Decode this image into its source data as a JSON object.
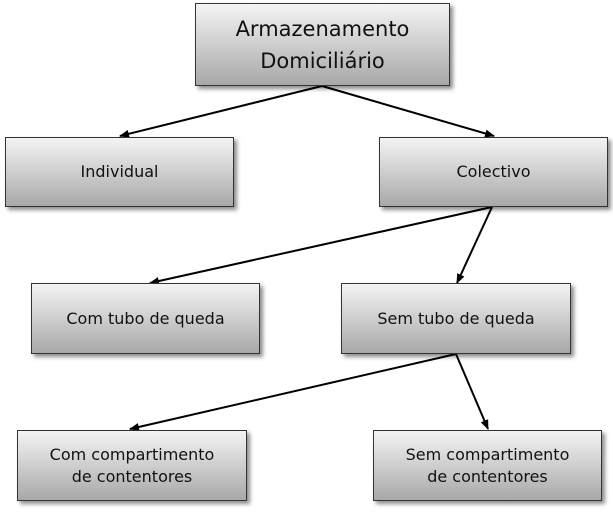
{
  "nodes": {
    "root": "Armazenamento\nDomiciliário",
    "individual": "Individual",
    "colectivo": "Colectivo",
    "com_tubo": "Com tubo de queda",
    "sem_tubo": "Sem tubo de queda",
    "com_compartimento": "Com compartimento\nde contentores",
    "sem_compartimento": "Sem compartimento\nde contentores"
  },
  "edges": [
    [
      "root",
      "individual"
    ],
    [
      "root",
      "colectivo"
    ],
    [
      "colectivo",
      "com_tubo"
    ],
    [
      "colectivo",
      "sem_tubo"
    ],
    [
      "sem_tubo",
      "com_compartimento"
    ],
    [
      "sem_tubo",
      "sem_compartimento"
    ]
  ]
}
